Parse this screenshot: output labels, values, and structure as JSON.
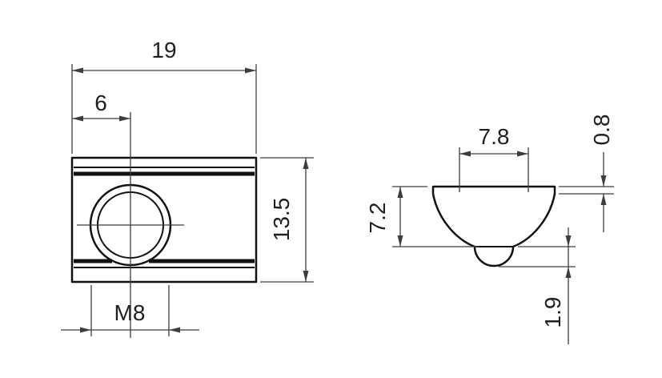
{
  "drawing": {
    "top_view": {
      "length": "19",
      "hole_offset": "6",
      "width": "13.5",
      "thread": "M8"
    },
    "profile_view": {
      "tongue_width": "7.8",
      "flange_thickness": "0.8",
      "height": "7.2",
      "ball_protrusion": "1.9"
    },
    "colors": {
      "dimension_lines": "#3d3d3d",
      "part_outline": "#111111",
      "text": "#1f1f1f",
      "background": "#ffffff"
    }
  }
}
